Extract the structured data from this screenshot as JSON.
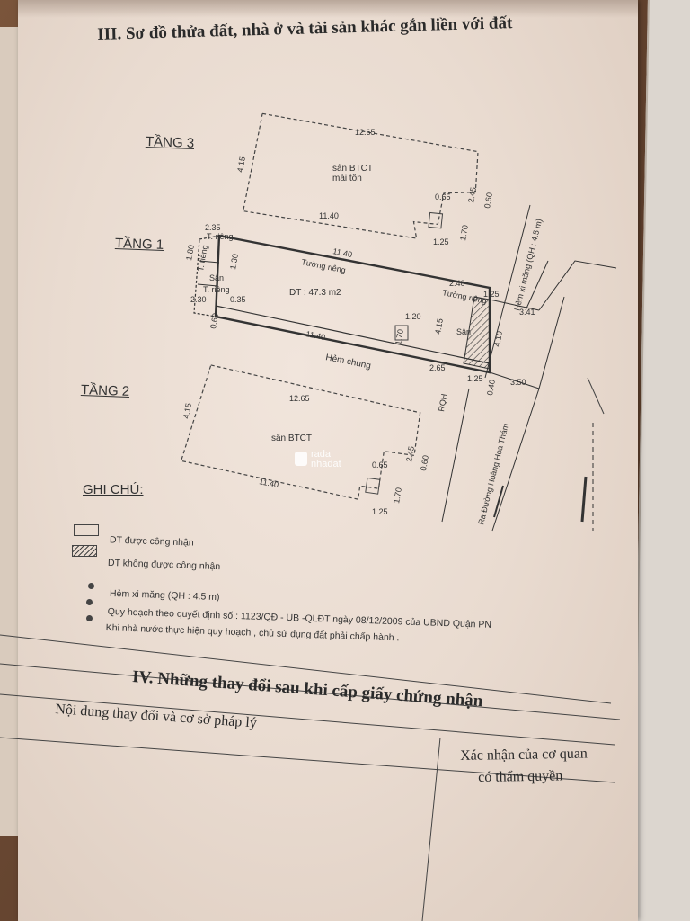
{
  "section3": {
    "title": "III. Sơ đồ thửa đất, nhà ở và tài sản khác gắn liền với đất"
  },
  "floors": {
    "floor3": {
      "label": "TẦNG 3",
      "top_width": "12.65",
      "side": "4.15",
      "bottom_width": "11.40",
      "notch_w": "0.65",
      "notch_h": "2.45",
      "small1": "0.60",
      "small2": "1.70",
      "bottom_notch": "1.25",
      "area_text_1": "sân BTCT",
      "area_text_2": "mái tôn"
    },
    "floor1": {
      "label": "TẦNG 1",
      "d1": "2.35",
      "d2": "11.40",
      "d3": "1.80",
      "d4": "1.30",
      "d5": "2.30",
      "d6": "0.35",
      "d7": "0.60",
      "d8": "11.40",
      "d9": "2.40",
      "d10": "1.25",
      "d11": "1.20",
      "d12": "4.15",
      "d13": "4.10",
      "d14": "1.70",
      "d15": "2.65",
      "d16": "1.25",
      "d17": "3.41",
      "d18": "3.50",
      "d19": "0.40",
      "t_rieng_1": "T. riêng",
      "t_rieng_2": "T. riêng",
      "t_rieng_3": "T. riêng",
      "san_1": "Sân",
      "san_2": "Sân",
      "tuong_rieng_1": "Tường riêng",
      "tuong_rieng_2": "Tường riêng",
      "dt": "DT : 47.3 m2",
      "hem_chung": "Hẻm chung",
      "rqh": "RQH"
    },
    "floor2": {
      "label": "TẦNG 2",
      "top_width": "12.65",
      "side": "4.15",
      "bottom_width": "11.40",
      "notch_w": "0.65",
      "notch_h": "2.45",
      "small1": "0.60",
      "small2": "1.70",
      "bottom_notch": "1.25",
      "area_text": "sân BTCT"
    }
  },
  "roads": {
    "hem_xi_mang": "Hẻm xi măng (QH : 4.5 m)",
    "ra_duong": "Ra Đường Hoàng Hoa Thám"
  },
  "watermark": {
    "line1": "rada",
    "line2": "nhadat"
  },
  "notes": {
    "title": "GHI CHÚ:",
    "items": [
      "DT được công nhận",
      "DT không được công nhận",
      "Hẻm xi măng (QH : 4.5 m)",
      "Quy hoạch theo quyết định số :  1123/QĐ - UB -QLĐT ngày 08/12/2009 của UBND Quận PN",
      "Khi nhà nước thực hiện quy hoạch , chủ sử dụng đất phải chấp hành ."
    ]
  },
  "section4": {
    "title": "IV. Những thay đổi sau khi cấp giấy chứng nhận",
    "col1": "Nội dung thay đổi và cơ sở pháp lý",
    "col2_line1": "Xác nhận của cơ quan",
    "col2_line2": "có thẩm quyền"
  }
}
